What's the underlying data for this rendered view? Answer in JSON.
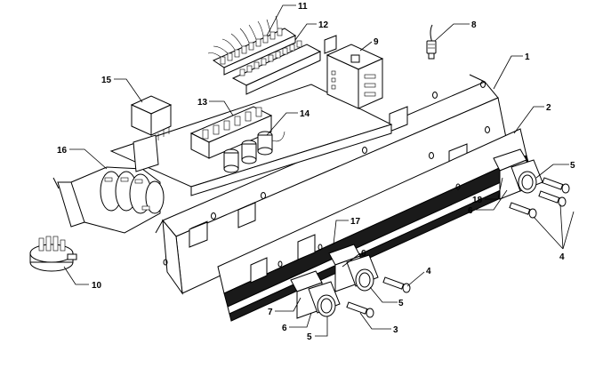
{
  "diagram": {
    "callouts": [
      "1",
      "2",
      "3",
      "4",
      "4",
      "5",
      "5",
      "5",
      "6",
      "6",
      "6",
      "7",
      "8",
      "9",
      "10",
      "11",
      "12",
      "13",
      "14",
      "15",
      "16",
      "17",
      "18"
    ]
  }
}
